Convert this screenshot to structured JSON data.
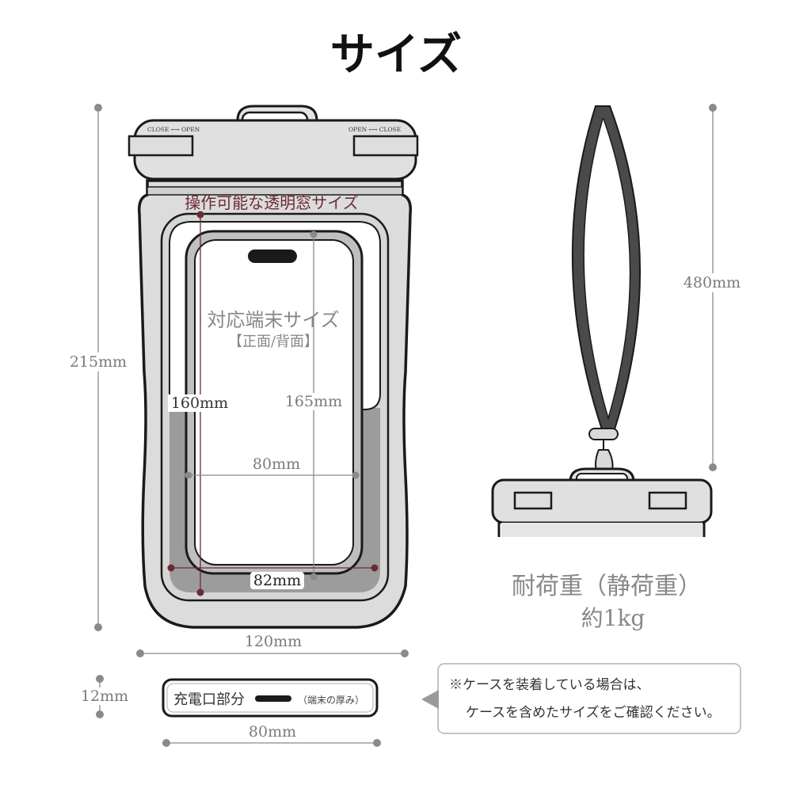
{
  "title": "サイズ",
  "case": {
    "switch_left": "CLOSE ⟷ OPEN",
    "switch_right": "OPEN ⟷ CLOSE",
    "window_label": "操作可能な透明窓サイズ",
    "device_label": "対応端末サイズ",
    "device_sub": "【正面/背面】",
    "window_height": "160mm",
    "device_height": "165mm",
    "device_width": "80mm",
    "window_width": "82mm",
    "total_height": "215mm",
    "total_width": "120mm"
  },
  "thickness": {
    "height": "12mm",
    "width": "80mm",
    "label": "充電口部分",
    "note": "（端末の厚み）"
  },
  "strap": {
    "length": "480mm"
  },
  "load": {
    "label": "耐荷重（静荷重）",
    "value": "約1kg"
  },
  "notice": {
    "line1": "※ケースを装着している場合は、",
    "line2": "ケースを含めたサイズをご確認ください。"
  },
  "colors": {
    "outline": "#1a1a1a",
    "case_fill": "#dcdcdc",
    "dark_gray": "#9a9a9a",
    "strap": "#4a4a4a",
    "maroon": "#6b2b35",
    "dim_text": "#7a7a7a"
  }
}
